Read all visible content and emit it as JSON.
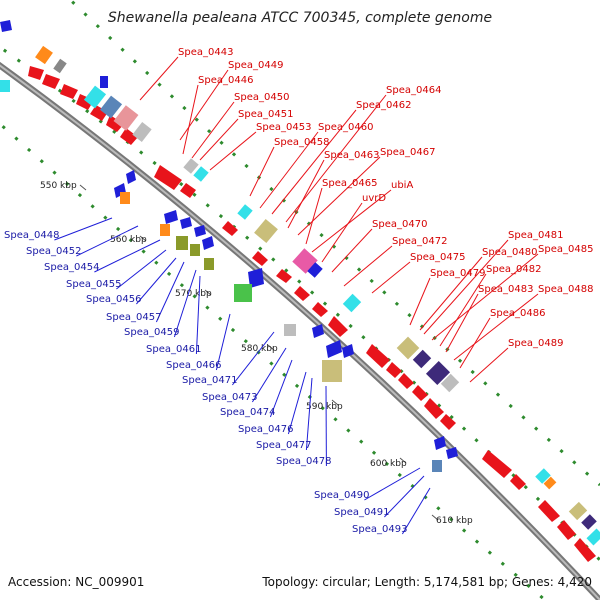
{
  "title": "Shewanella pealeana ATCC 700345, complete genome",
  "footer": {
    "accession": "Accession: NC_009901",
    "summary": "Topology: circular; Length: 5,174,581 bp; Genes: 4,420"
  },
  "ticks": [
    "550 kbp",
    "560 kbp",
    "570 kbp",
    "580 kbp",
    "590 kbp",
    "600 kbp",
    "610 kbp"
  ],
  "labels_forward": [
    "Spea_0443",
    "Spea_0449",
    "Spea_0446",
    "Spea_0450",
    "Spea_0451",
    "Spea_0453",
    "Spea_0458",
    "Spea_0460",
    "Spea_0462",
    "Spea_0464",
    "Spea_0463",
    "Spea_0467",
    "Spea_0465",
    "ubiA",
    "uvrD",
    "Spea_0470",
    "Spea_0472",
    "Spea_0475",
    "Spea_0479",
    "Spea_0480",
    "Spea_0481",
    "Spea_0485",
    "Spea_0482",
    "Spea_0483",
    "Spea_0488",
    "Spea_0486",
    "Spea_0489"
  ],
  "labels_reverse": [
    "Spea_0448",
    "Spea_0452",
    "Spea_0454",
    "Spea_0455",
    "Spea_0456",
    "Spea_0457",
    "Spea_0459",
    "Spea_0461",
    "Spea_0466",
    "Spea_0471",
    "Spea_0473",
    "Spea_0474",
    "Spea_0476",
    "Spea_0477",
    "Spea_0478",
    "Spea_0490",
    "Spea_0491",
    "Spea_0493"
  ],
  "colors": {
    "forward_strand": "#e8141b",
    "reverse_strand": "#1f1fd8",
    "backbone": "#888888",
    "gc_dots": "#2e8b2e",
    "cog_cyan": "#33e0e8",
    "cog_khaki": "#c9be7a",
    "cog_olive": "#8a9a2a",
    "cog_pink": "#e85aa6",
    "cog_orange": "#ff8a1a",
    "cog_green": "#4ac24a",
    "cog_steel": "#5a85b8",
    "cog_purple": "#3e2a7a",
    "cog_gray": "#bdbdbd"
  }
}
